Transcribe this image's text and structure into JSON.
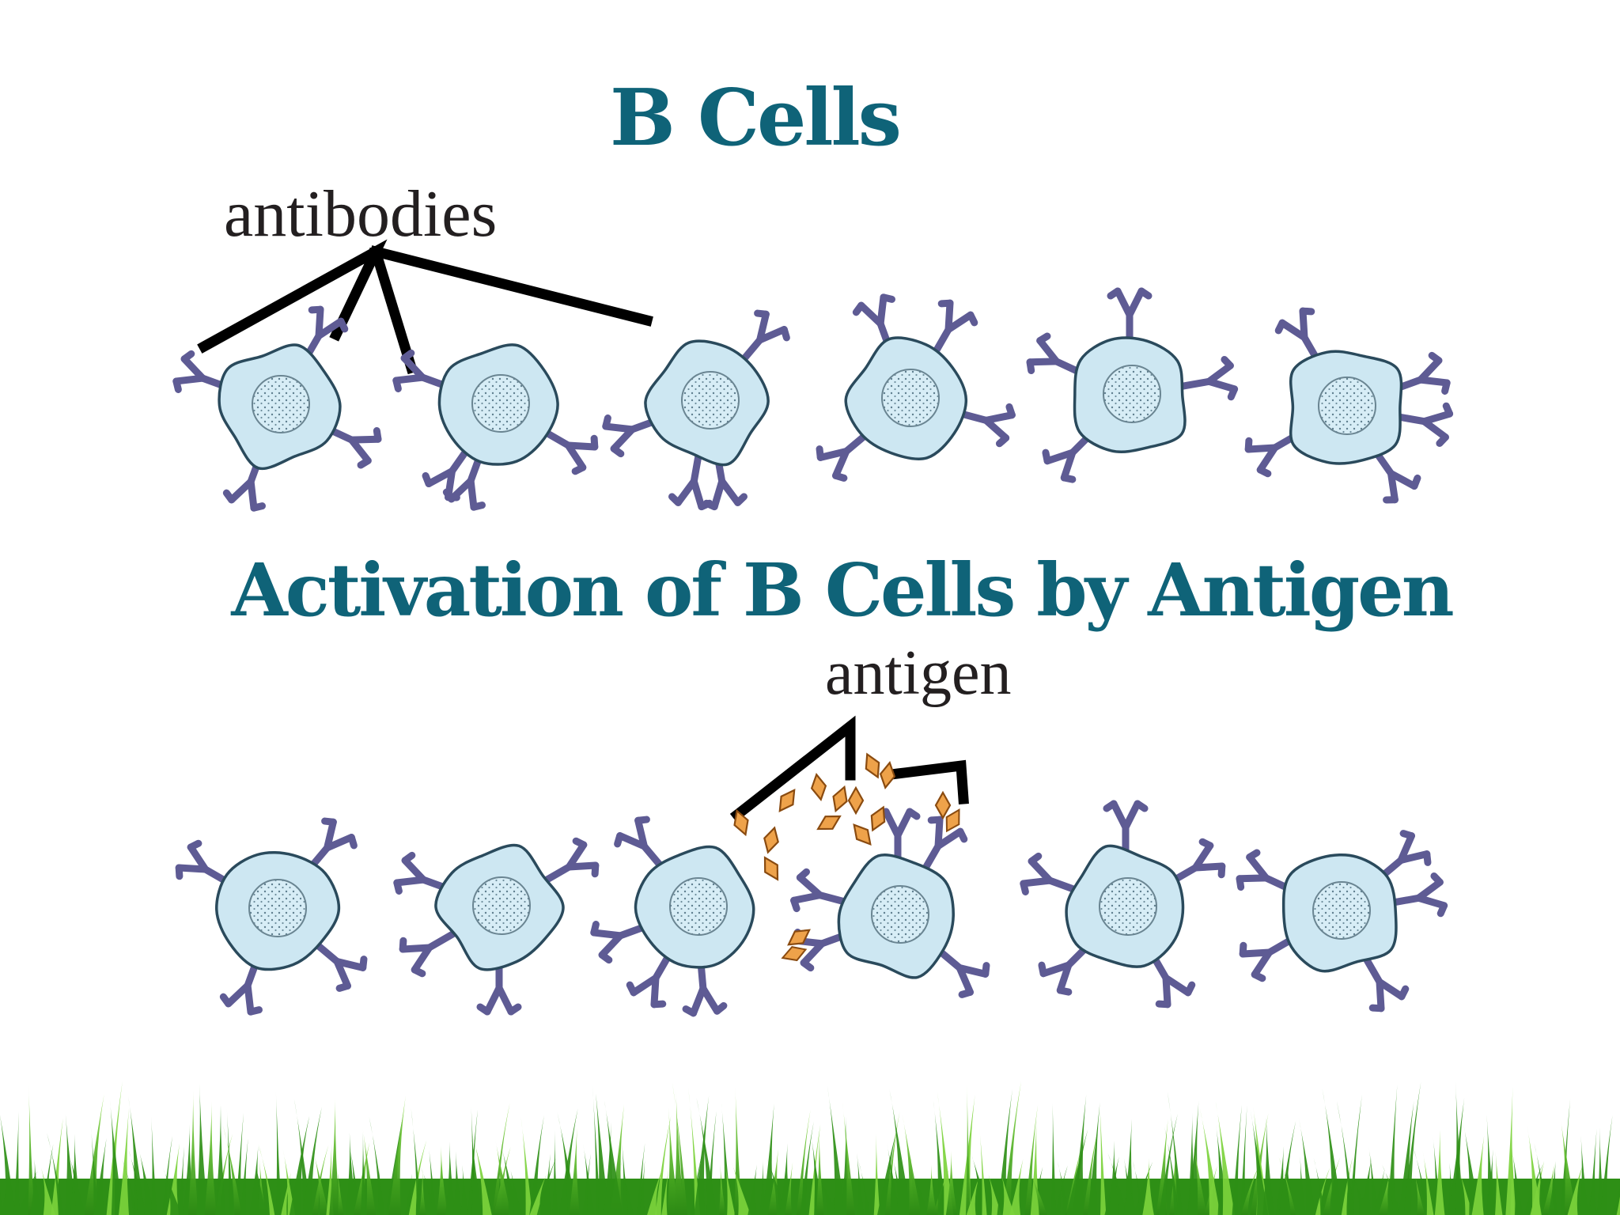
{
  "slide": {
    "title": "B Cells",
    "subtitle": "Activation of B Cells by Antigen",
    "labels": {
      "antibodies": "antibodies",
      "antigen": "antigen"
    }
  },
  "colors": {
    "title": "#0f6378",
    "cell_fill": "#cde7f2",
    "cell_outline": "#2a4a5c",
    "antibody": "#5e5b94",
    "antigen_fill": "#eea24a",
    "antigen_outline": "#8a4b10",
    "pointer_line": "#000000",
    "grass_dark": "#2e8f16",
    "grass_light": "#7cd23c"
  },
  "icons": [
    "b-cell-icon",
    "antibody-icon",
    "antigen-icon",
    "grass-border"
  ]
}
